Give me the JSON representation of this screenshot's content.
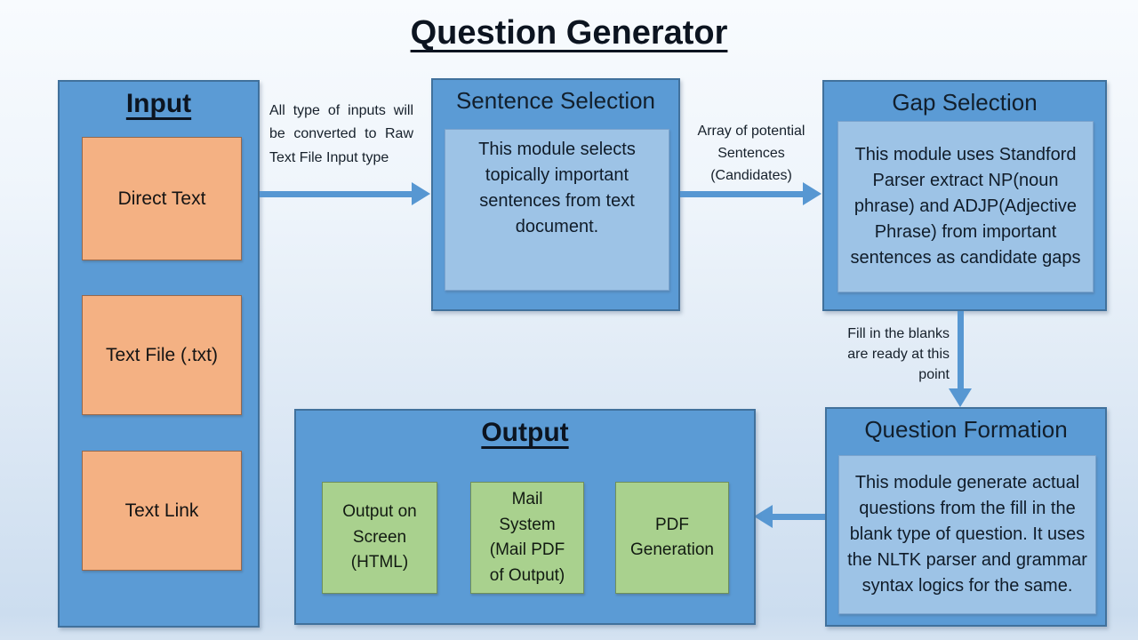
{
  "title": "Question Generator",
  "colors": {
    "module_fill": "#5b9bd5",
    "module_border": "#41719c",
    "inner_fill": "#9dc3e6",
    "input_item_fill": "#f4b183",
    "output_item_fill": "#a9d18e",
    "arrow": "#5797d2",
    "text": "#121f2c"
  },
  "input": {
    "heading": "Input",
    "items": [
      "Direct Text",
      "Text File (.txt)",
      "Text Link"
    ]
  },
  "sentence_selection": {
    "heading": "Sentence Selection",
    "body": "This module selects topically important sentences from text document."
  },
  "gap_selection": {
    "heading": "Gap Selection",
    "body": "This module uses Standford Parser extract NP(noun phrase) and ADJP(Adjective Phrase) from important sentences as candidate gaps"
  },
  "question_formation": {
    "heading": "Question Formation",
    "body": "This module generate actual questions from the fill in the blank type of question. It uses the NLTK parser and grammar syntax logics for the same."
  },
  "output": {
    "heading": "Output",
    "items": [
      "Output on Screen (HTML)",
      "Mail System (Mail PDF of Output)",
      "PDF Generation"
    ]
  },
  "arrows": {
    "input_to_sentence": "All type of inputs will be converted to Raw Text File Input type",
    "sentence_to_gap": "Array of potential Sentences (Candidates)",
    "gap_to_question": "Fill in the blanks are ready at this point"
  }
}
